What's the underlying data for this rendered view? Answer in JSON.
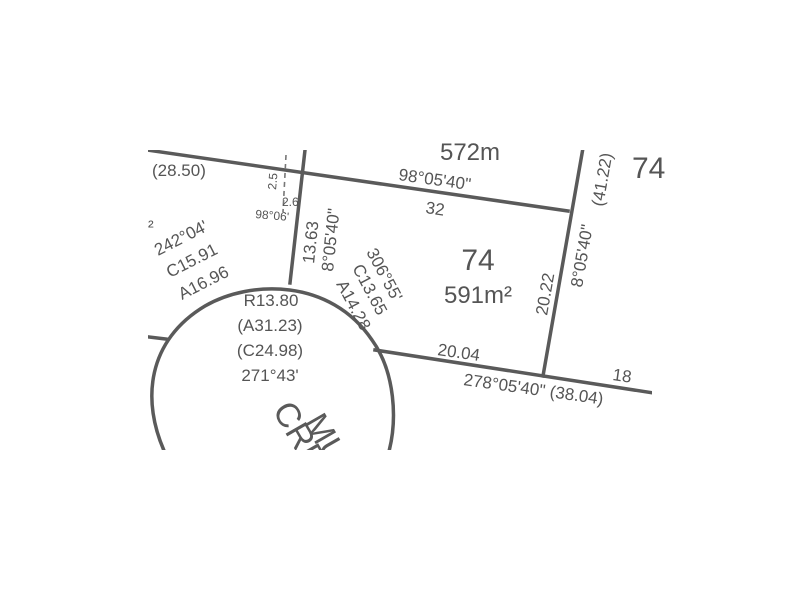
{
  "plan": {
    "lot": {
      "number": "74",
      "area": "591m²"
    },
    "partials": {
      "top_area_fragment": "572m",
      "right_lot_fragment": "74",
      "left_area_fragment": "²"
    },
    "street": {
      "name_line1": "MUR",
      "name_line2": "CRE"
    },
    "labels": {
      "top_left_distance": "(28.50)",
      "top_bearing": "98°05'40\"",
      "top_distance": "32",
      "right_bearing": "8°05'40\"",
      "right_distance_total": "(41.22)",
      "right_distance": "20.22",
      "left_side_distance": "13.63",
      "left_side_bearing": "8°05'40\"",
      "truncation_2_5": "2.5",
      "truncation_2_6": "2.6",
      "truncation_bearing": "98°06'",
      "curve74_bearing": "306°55'",
      "curve74_chord": "C13.65",
      "curve74_arc": "A14.28",
      "curve_left_bearing": "242°04'",
      "curve_left_chord": "C15.91",
      "curve_left_arc": "A16.96",
      "radius": "R13.80",
      "arc_total": "(A31.23)",
      "chord_total": "(C24.98)",
      "chord_bearing": "271°43'",
      "bottom_distance": "20.04",
      "bottom_bearing_total": "278°05'40\" (38.04)",
      "bottom_right_distance": "18"
    }
  }
}
